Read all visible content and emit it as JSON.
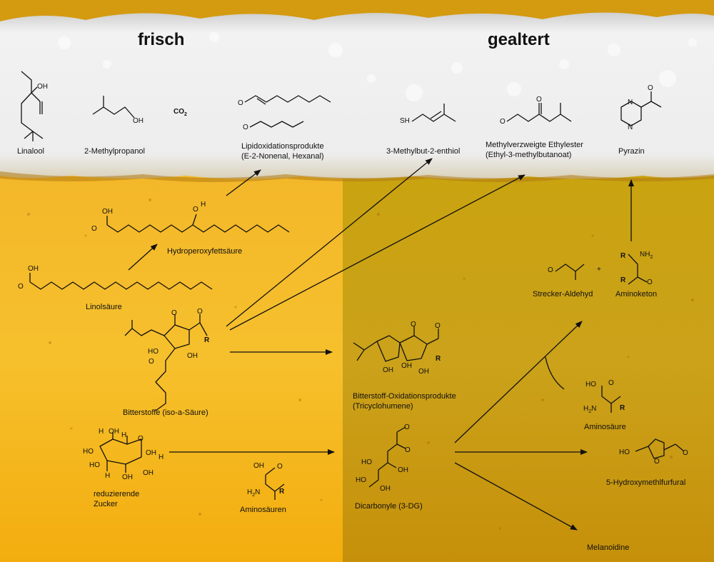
{
  "headers": {
    "fresh": "frisch",
    "aged": "gealtert"
  },
  "colors": {
    "beer_light": "#f2b51b",
    "beer_aged": "#c99f12",
    "foam": "#eeeeee"
  },
  "compounds": {
    "linalool": "Linalool",
    "methylpropanol": "2-Methylpropanol",
    "co2": "CO",
    "co2_sub": "2",
    "lipid_line1": "Lipidoxidationsprodukte",
    "lipid_line2": "(E-2-Nonenal, Hexanal)",
    "thiol": "3-Methylbut-2-enthiol",
    "ester_line1": "Methylverzweigte Ethylester",
    "ester_line2": "(Ethyl-3-methylbutanoat)",
    "pyrazin": "Pyrazin",
    "hydroperoxy": "Hydroperoxyfettsäure",
    "linol": "Linolsäure",
    "bitter": "Bitterstoffe (iso-a-Säure)",
    "bitter_ox_line1": "Bitterstoff-Oxidationsprodukte",
    "bitter_ox_line2": "(Tricyclohumene)",
    "sugar_line1": "reduzierende",
    "sugar_line2": "Zucker",
    "amino_acids": "Aminosäuren",
    "dicarbonyl": "Dicarbonyle (3-DG)",
    "strecker": "Strecker-Aldehyd",
    "aminoketon": "Aminoketon",
    "aminosaeure": "Aminosäure",
    "hmf": "5-Hydroxymethlfurfural",
    "melanoidine": "Melanoidine"
  },
  "atoms": {
    "oh": "OH",
    "oh_lower": "OH",
    "ho": "HO",
    "o": "O",
    "h": "H",
    "r": "R",
    "sh": "SH",
    "n": "N",
    "nh2": "NH",
    "nh2_sub": "2",
    "h2n": "H",
    "h2n_sub": "2",
    "h2n_tail": "N",
    "o_oh": "O",
    "plus": "+"
  }
}
